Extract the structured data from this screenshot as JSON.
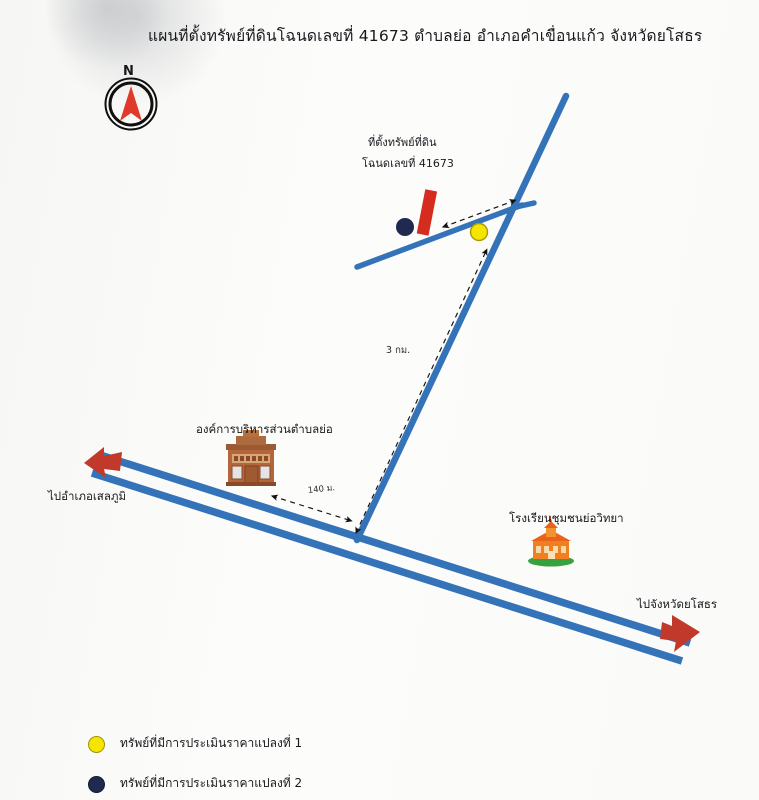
{
  "document": {
    "title": "แผนที่ตั้งทรัพย์ที่ดินโฉนดเลขที่ 41673 ตำบลย่อ อำเภอคำเขื่อนแก้ว จังหวัดยโสธร"
  },
  "map": {
    "compass": {
      "north_label": "N",
      "icon": "compass-north-arrow-icon",
      "arrow_color": "#e03a2a",
      "ring_color": "#101010"
    },
    "parcel_callout": {
      "line1": "ที่ตั้งทรัพย์ที่ดิน",
      "line2_prefix": "โฉนดเลขที่",
      "deed_number": "41673",
      "line2": "โฉนดเลขที่  41673"
    },
    "places": [
      {
        "id": "sao-yo",
        "label": "องค์การบริหารส่วนตำบลย่อ",
        "icon": "government-office-building-icon"
      },
      {
        "id": "chumchon-yo-wittaya-school",
        "label": "โรงเรียนชุมชนย่อวิทยา",
        "icon": "school-building-icon"
      }
    ],
    "directions": [
      {
        "id": "to-selaphum",
        "label": "ไปอำเภอเสลภูมิ",
        "arrow": "road-arrow-left-icon",
        "arrow_color": "#c0392b"
      },
      {
        "id": "to-yasothon",
        "label": "ไปจังหวัดยโสธร",
        "arrow": "road-arrow-right-icon",
        "arrow_color": "#c0392b"
      }
    ],
    "distances": [
      {
        "id": "junction-to-parcel",
        "label": "3 กม."
      },
      {
        "id": "office-to-junction",
        "label": "140 ม."
      }
    ],
    "markers": [
      {
        "id": "parcel-1",
        "shape": "circle",
        "color": "#f6e500"
      },
      {
        "id": "parcel-2",
        "shape": "circle",
        "color": "#1e2a4f"
      },
      {
        "id": "parcel-highlight",
        "shape": "rectangle",
        "color": "#d62b1f"
      }
    ],
    "road_color": "#3573b9"
  },
  "legend": {
    "items": [
      {
        "marker_color": "#f6e500",
        "marker_name": "yellow-circle-marker",
        "label": "ทรัพย์ที่มีการประเมินราคาแปลงที่  1"
      },
      {
        "marker_color": "#1e2a4f",
        "marker_name": "navy-circle-marker",
        "label": "ทรัพย์ที่มีการประเมินราคาแปลงที่  2"
      }
    ]
  }
}
